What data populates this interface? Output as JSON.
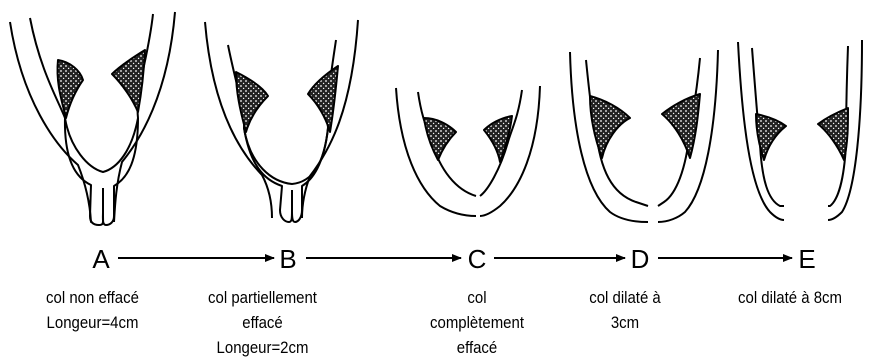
{
  "stages": [
    {
      "letter": "A",
      "caption": [
        "col non effacé",
        "Longeur=4cm"
      ]
    },
    {
      "letter": "B",
      "caption": [
        "col partiellement",
        "effacé",
        "Longeur=2cm"
      ]
    },
    {
      "letter": "C",
      "caption": [
        "col",
        "complètement",
        "effacé"
      ]
    },
    {
      "letter": "D",
      "caption": [
        "col dilaté à",
        "3cm"
      ]
    },
    {
      "letter": "E",
      "caption": [
        "col dilaté à 8cm"
      ]
    }
  ]
}
